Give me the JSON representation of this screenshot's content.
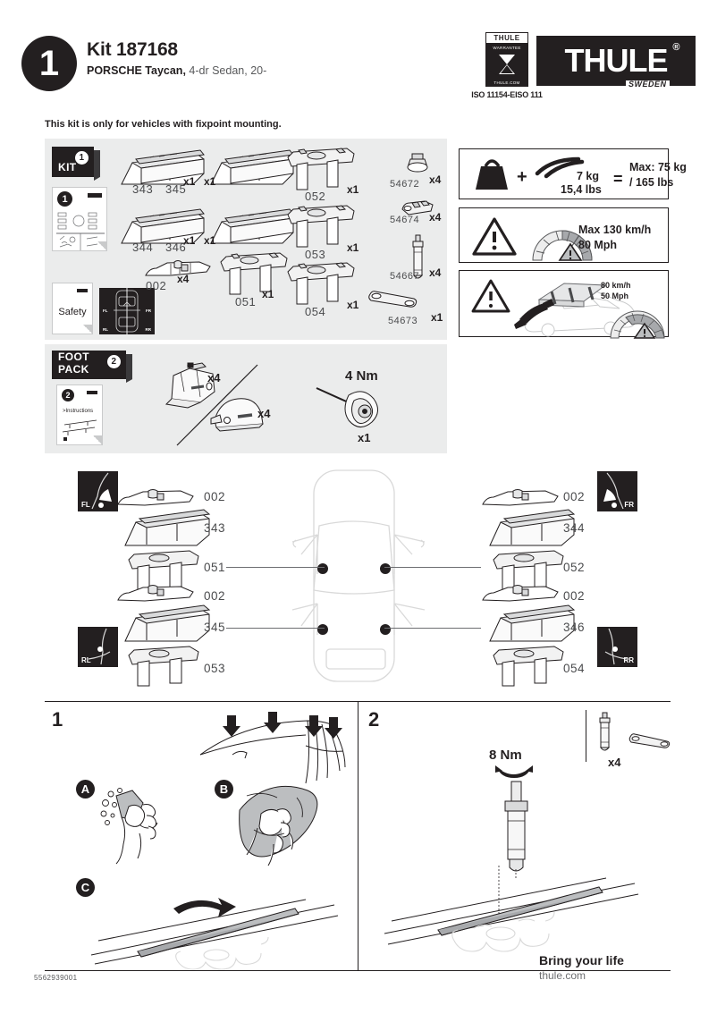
{
  "header": {
    "step_badge": "1",
    "kit_title": "Kit 187168",
    "vehicle_brand": "PORSCHE Taycan,",
    "vehicle_detail": " 4-dr Sedan, 20-",
    "iso_text": "ISO 11154-EISO 111",
    "iso_badge_top": "THULE",
    "iso_badge_warranty": "WARRANTEE",
    "iso_badge_url": "THULE.COM",
    "logo_word": "THULE",
    "logo_reg": "®",
    "logo_sub": "SWEDEN",
    "fixpoint_note": "This kit is only for vehicles with fixpoint mounting."
  },
  "kit_box": {
    "tab_label": "KIT",
    "tab_number": "1",
    "doc_number": "1",
    "safety_label": "Safety",
    "carmap_positions": [
      "FL",
      "FR",
      "RL",
      "RR"
    ]
  },
  "foot_pack": {
    "tab_label": "FOOT PACK",
    "tab_number": "2",
    "doc_number": "2",
    "instructions_label": ">Instructions",
    "items": [
      {
        "name": "foot-tower",
        "qty": "x4"
      },
      {
        "name": "foot-cover",
        "qty": "x4"
      },
      {
        "name": "torque-key",
        "qty": "x1",
        "torque": "4 Nm"
      }
    ]
  },
  "parts": [
    {
      "id": "343",
      "qty": "x1",
      "name": "bracket-343"
    },
    {
      "id": "345",
      "qty": "x1",
      "name": "bracket-345"
    },
    {
      "id": "344",
      "qty": "x1",
      "name": "bracket-344"
    },
    {
      "id": "346",
      "qty": "x1",
      "name": "bracket-346"
    },
    {
      "id": "002",
      "qty": "x4",
      "name": "pad-002"
    },
    {
      "id": "051",
      "qty": "x1",
      "name": "clamp-051"
    },
    {
      "id": "052",
      "qty": "x1",
      "name": "clamp-052"
    },
    {
      "id": "053",
      "qty": "x1",
      "name": "clamp-053"
    },
    {
      "id": "054",
      "qty": "x1",
      "name": "clamp-054"
    },
    {
      "id": "54672",
      "qty": "x4",
      "name": "nut-54672"
    },
    {
      "id": "54674",
      "qty": "x4",
      "name": "plate-54674"
    },
    {
      "id": "54667",
      "qty": "x4",
      "name": "bolt-54667"
    },
    {
      "id": "54673",
      "qty": "x1",
      "name": "wrench-54673"
    }
  ],
  "load_panel": {
    "bar_weight": "7 kg",
    "bar_weight_lbs": "15,4 lbs",
    "plus": "+",
    "equals": "=",
    "max_line1": "Max: 75 kg",
    "max_line2": "/ 165 lbs"
  },
  "speed_panel": {
    "max_speed_line1": "Max  130 km/h",
    "max_speed_line2": "80 Mph"
  },
  "offroad_panel": {
    "speed_line1": "80 km/h",
    "speed_line2": "50 Mph"
  },
  "assembly": {
    "left": [
      {
        "position": "FL",
        "parts": [
          "002",
          "343",
          "051"
        ]
      },
      {
        "position": "RL",
        "parts": [
          "002",
          "345",
          "053"
        ]
      }
    ],
    "right": [
      {
        "position": "FR",
        "parts": [
          "002",
          "344",
          "052"
        ]
      },
      {
        "position": "RR",
        "parts": [
          "002",
          "346",
          "054"
        ]
      }
    ]
  },
  "steps": {
    "step1": {
      "number": "1",
      "substeps": [
        "A",
        "B",
        "C"
      ]
    },
    "step2": {
      "number": "2",
      "torque": "8 Nm",
      "bolt_qty": "x4"
    }
  },
  "footer": {
    "tagline": "Bring your life",
    "website": "thule.com",
    "document_number": "5562939001"
  }
}
